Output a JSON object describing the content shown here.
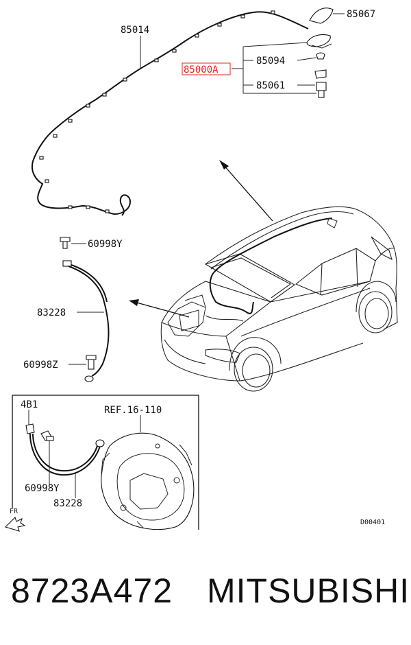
{
  "diagram": {
    "labels": {
      "p85014": "85014",
      "p85067": "85067",
      "p85000A": "85000A",
      "p85094": "85094",
      "p85061": "85061",
      "p60998Y_top": "60998Y",
      "p83228_mid": "83228",
      "p60998Z": "60998Z",
      "p4B1": "4B1",
      "ref": "REF.16-110",
      "p60998Y_inset": "60998Y",
      "p83228_inset": "83228",
      "fr": "FR",
      "code": "D00401"
    },
    "highlight_color": "#e0241b"
  },
  "footer": {
    "part_number": "8723A472",
    "brand": "MITSUBISHI"
  }
}
